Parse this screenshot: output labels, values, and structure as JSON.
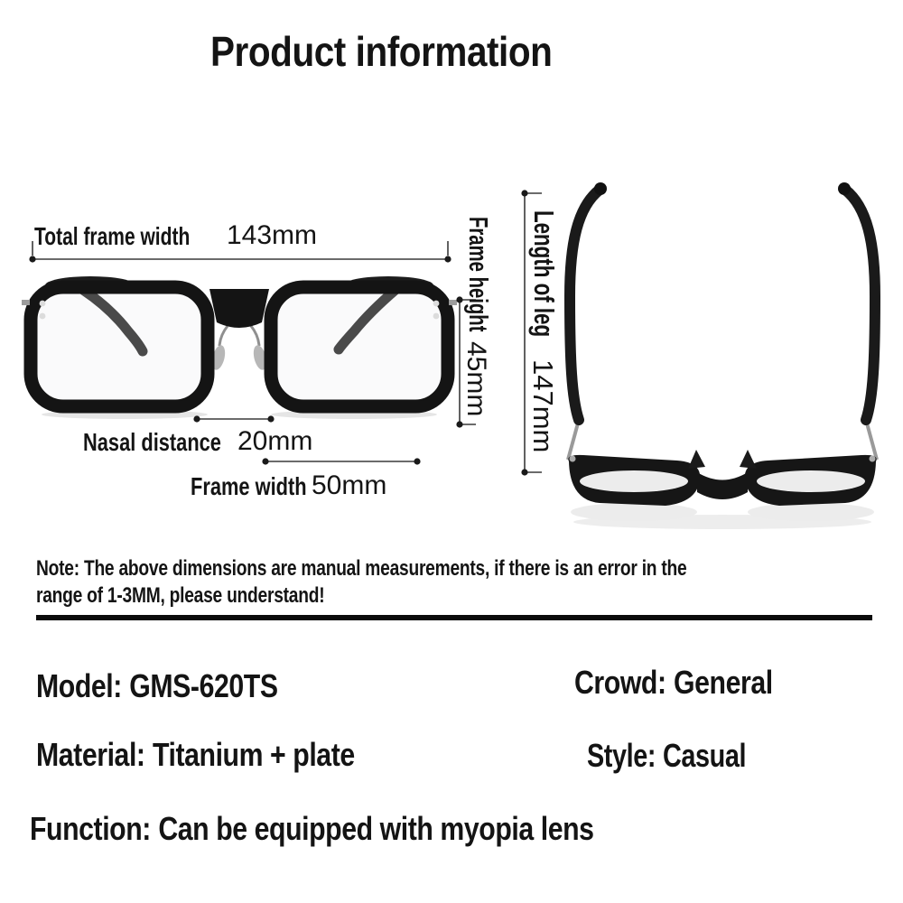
{
  "title": "Product information",
  "dimensions": {
    "total_frame_width": {
      "label": "Total frame width",
      "value": "143mm"
    },
    "frame_height": {
      "label": "Frame height",
      "value": "45mm"
    },
    "nasal_distance": {
      "label": "Nasal distance",
      "value": "20mm"
    },
    "frame_width": {
      "label": "Frame width",
      "value": "50mm"
    },
    "leg_length": {
      "label": "Length of leg",
      "value": "147mm"
    }
  },
  "note": {
    "lines": [
      "Note: The above dimensions are manual measurements, if there is an error in the",
      "range of 1-3MM, please understand!"
    ]
  },
  "specs": [
    {
      "id": "model",
      "label": "Model:",
      "value": "GMS-620TS"
    },
    {
      "id": "crowd",
      "label": "Crowd:",
      "value": "General"
    },
    {
      "id": "material",
      "label": "Material:",
      "value": "Titanium + plate"
    },
    {
      "id": "style",
      "label": "Style:",
      "value": "Casual"
    },
    {
      "id": "function",
      "label": "Function:",
      "value": "Can be equipped with myopia lens"
    }
  ],
  "images": {
    "front_view": "glasses front view",
    "top_view": "glasses top view with folded-out temples"
  },
  "colors": {
    "text": "#141414",
    "dimension_line": "#3a3a3a",
    "glasses_frame": "#141414",
    "background": "#ffffff"
  }
}
